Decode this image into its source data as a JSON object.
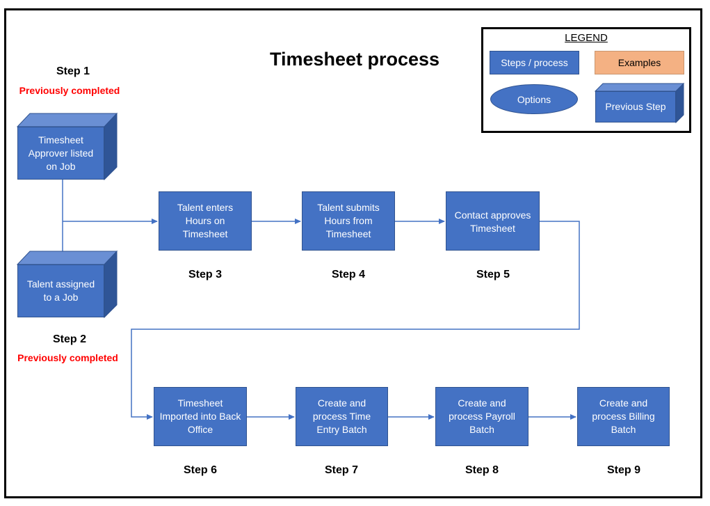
{
  "title": "Timesheet process",
  "legend": {
    "heading": "LEGEND",
    "steps_process": "Steps / process",
    "examples": "Examples",
    "options": "Options",
    "previous_step": "Previous Step"
  },
  "step1": {
    "label": "Step 1",
    "status": "Previously completed",
    "text": "Timesheet Approver listed on Job"
  },
  "step2": {
    "label": "Step 2",
    "status": "Previously completed",
    "text": "Talent assigned to a Job"
  },
  "step3": {
    "label": "Step 3",
    "text": "Talent enters Hours on Timesheet"
  },
  "step4": {
    "label": "Step 4",
    "text": "Talent submits Hours from Timesheet"
  },
  "step5": {
    "label": "Step 5",
    "text": "Contact approves Timesheet"
  },
  "step6": {
    "label": "Step 6",
    "text": "Timesheet Imported into Back Office"
  },
  "step7": {
    "label": "Step 7",
    "text": "Create and process Time Entry Batch"
  },
  "step8": {
    "label": "Step 8",
    "text": "Create and process Payroll Batch"
  },
  "step9": {
    "label": "Step 9",
    "text": "Create and process Billing Batch"
  },
  "colors": {
    "process": "#4472c4",
    "process_border": "#2f528f",
    "cube_side": "#2f5597",
    "cube_top": "#6a8fd4",
    "example": "#f4b183",
    "connector": "#4472c4",
    "status": "#ff0000"
  }
}
